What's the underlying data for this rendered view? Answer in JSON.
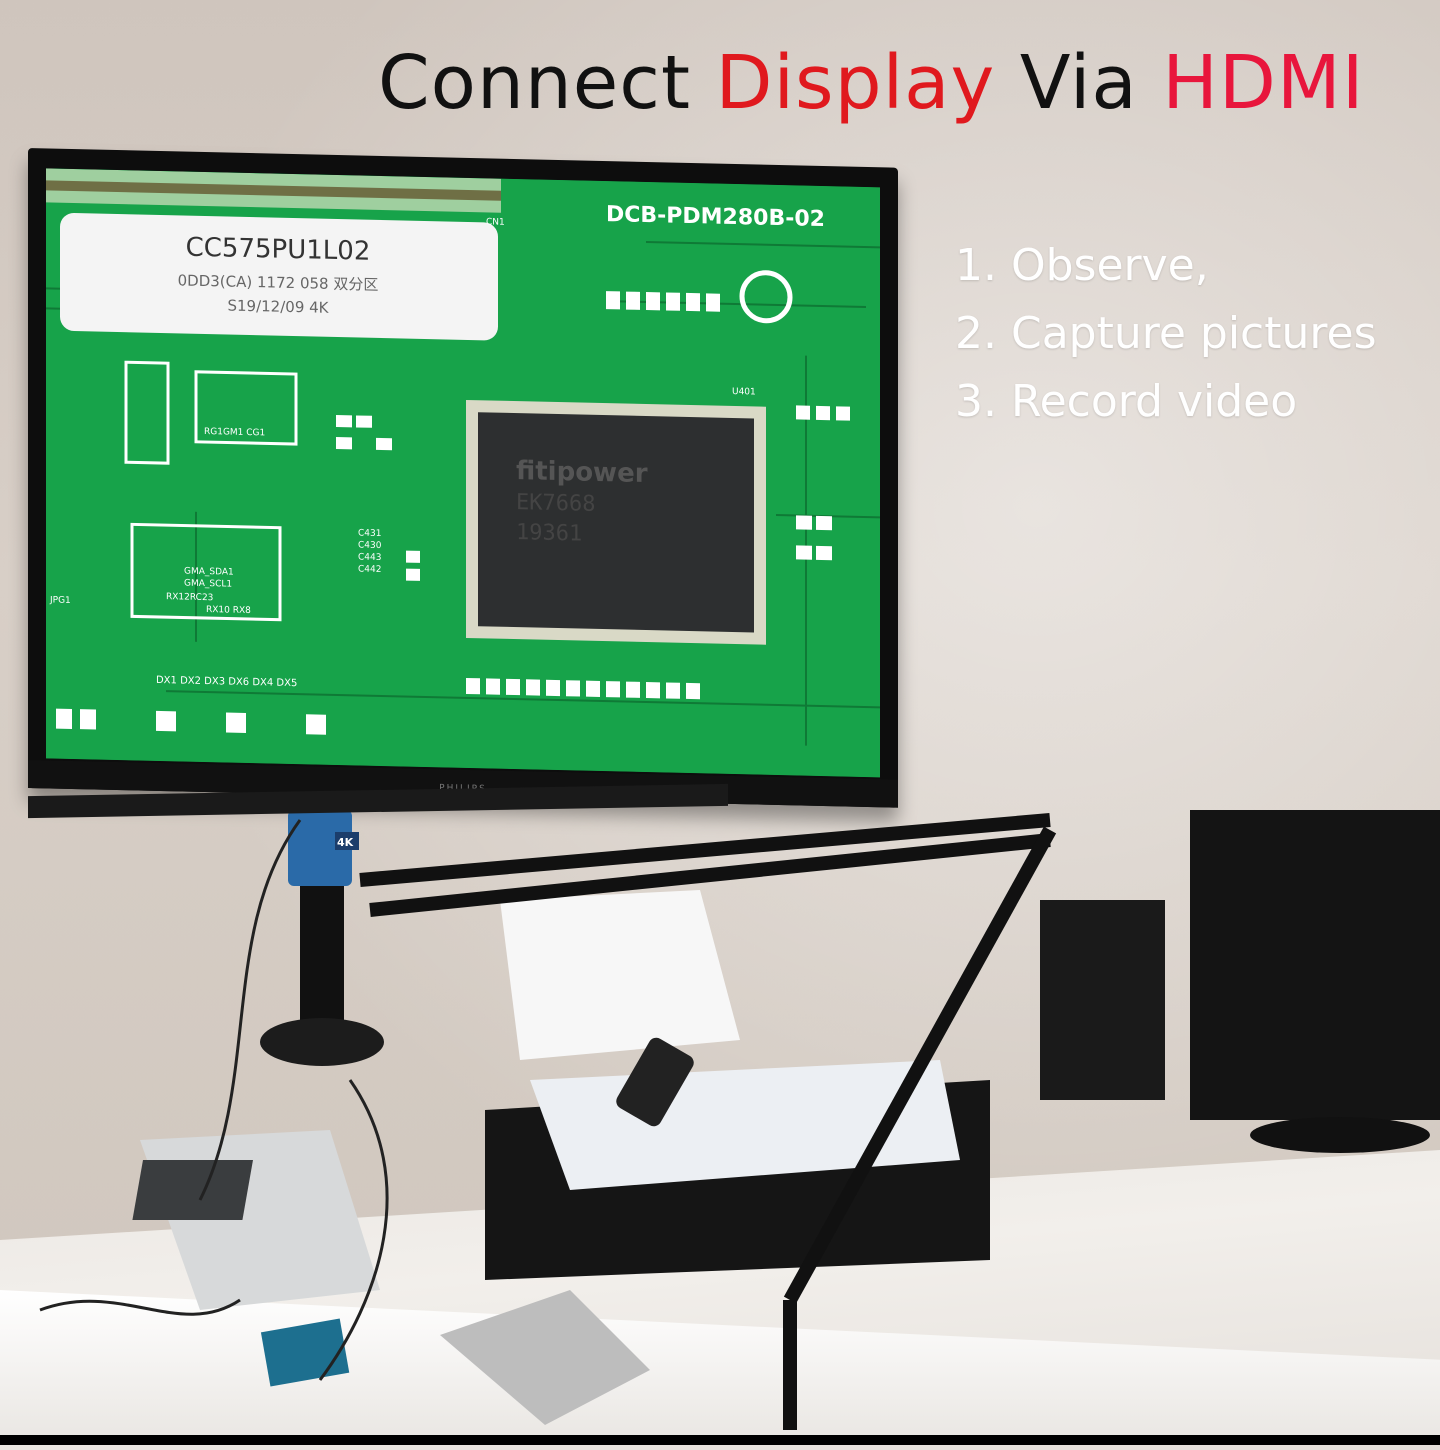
{
  "headline": {
    "words": [
      {
        "text": "Connect",
        "color": "#111111"
      },
      {
        "text": "Display",
        "color": "#e0191e"
      },
      {
        "text": "Via",
        "color": "#111111"
      },
      {
        "text": "HDMI",
        "color": "#e8163c"
      }
    ]
  },
  "steps": [
    "1. Observe,",
    "2. Capture pictures",
    "3. Record video"
  ],
  "screen": {
    "label_line1": "CC575PU1L02",
    "label_line2": "0DD3(CA) 1172 058 双分区",
    "label_line3": "S19/12/09 4K",
    "board_id": "DCB-PDM280B-02",
    "chip_brand": "fitipower",
    "chip_code1": "EK7668",
    "chip_code2": "19361",
    "silk_u401": "U401",
    "silk_cn1": "CN1",
    "silk_row": "DX1 DX2 DX3 DX6 DX4 DX5",
    "silk_c431": "C431",
    "silk_c430": "C430",
    "silk_c443": "C443",
    "silk_c442": "C442",
    "silk_rg": "RG1GM1 CG1",
    "silk_sda": "GMA_SDA1",
    "silk_scl": "GMA_SCL1",
    "silk_rx": "RX12RC23",
    "silk_rx2": "RX10 RX8",
    "silk_pg1": "JPG1"
  },
  "tv_brand": "PHILIPS",
  "camera_badge": "4K",
  "colors": {
    "pcb_green": "#17a34a",
    "pcb_dark": "#0f7a36",
    "chip": "#2d2f30",
    "label_bg": "#f4f4f4"
  }
}
